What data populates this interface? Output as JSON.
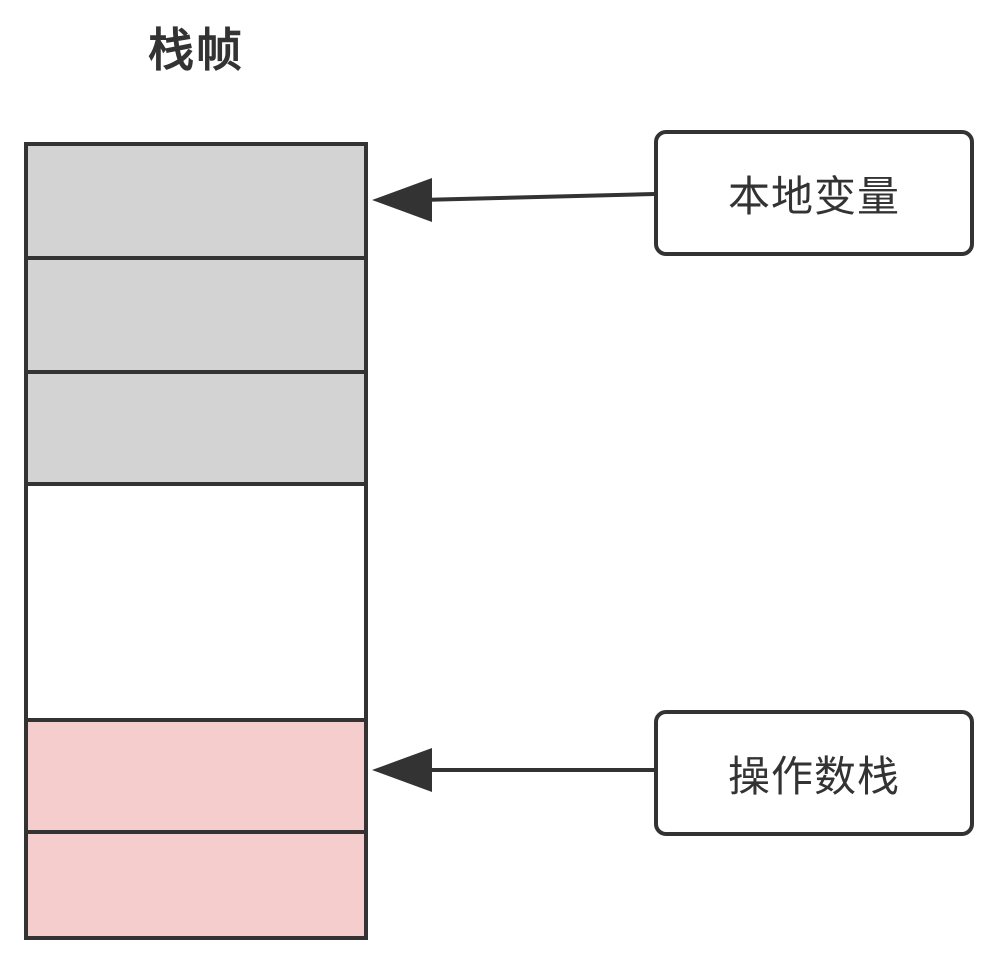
{
  "diagram": {
    "title": "栈帧",
    "stack": {
      "slots": [
        {
          "kind": "local"
        },
        {
          "kind": "local"
        },
        {
          "kind": "local"
        },
        {
          "kind": "empty"
        },
        {
          "kind": "operand"
        },
        {
          "kind": "operand"
        }
      ]
    },
    "labels": {
      "local_variables": "本地变量",
      "operand_stack": "操作数栈"
    },
    "colors": {
      "outline": "#333333",
      "local_fill": "#d3d3d3",
      "operand_fill": "#f5cdcd",
      "empty_fill": "#ffffff"
    }
  }
}
